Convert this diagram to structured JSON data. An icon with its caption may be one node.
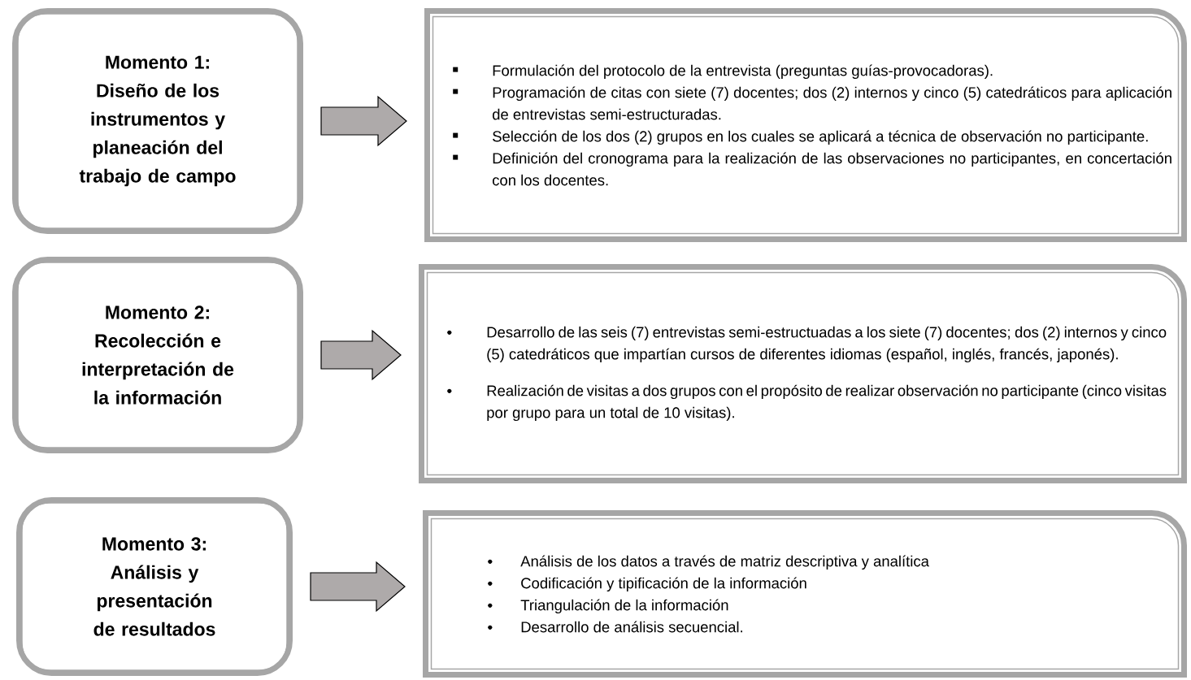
{
  "diagram": {
    "nodes": [
      {
        "text": [
          "Momento 1:",
          "Diseño de los instrumentos y planeación del trabajo de campo"
        ]
      },
      {
        "text": [
          "Formulación del protocolo de la entrevista (preguntas guías-provocadoras).",
          "Programación de citas con siete (7) docentes; dos (2) internos y cinco (5) catedráticos para aplicación de entrevistas semi-estructuradas.",
          "Selección de los dos (2) grupos en los cuales se aplicará a técnica de observación no participante.",
          "Definición del cronograma para la realización de las observaciones no participantes, en concertación con los docentes."
        ]
      },
      {
        "text": [
          "Momento 2:",
          "Recolección e interpretación de la información"
        ]
      },
      {
        "text": [
          "Desarrollo de las seis (7) entrevistas semi-estructuadas a los siete (7) docentes; dos (2) internos y cinco (5) catedráticos que impartían cursos de diferentes idiomas (español, inglés, francés, japonés).",
          "Realización de visitas a dos grupos con el propósito de realizar observación no participante (cinco visitas por grupo para un total de 10 visitas)."
        ]
      },
      {
        "text": [
          "Momento 3:",
          "Análisis y presentación de resultados"
        ]
      },
      {
        "text": [
          "Análisis de los datos a través de matriz descriptiva y analítica",
          "Codificación y tipificación de la información",
          "Triangulación de la información",
          "Desarrollo de análisis secuencial."
        ]
      }
    ],
    "edges": [
      {
        "from": 0,
        "to": 1,
        "arrow": "to"
      },
      {
        "from": 2,
        "to": 3,
        "arrow": "to"
      },
      {
        "from": 4,
        "to": 5,
        "arrow": "to"
      }
    ]
  }
}
